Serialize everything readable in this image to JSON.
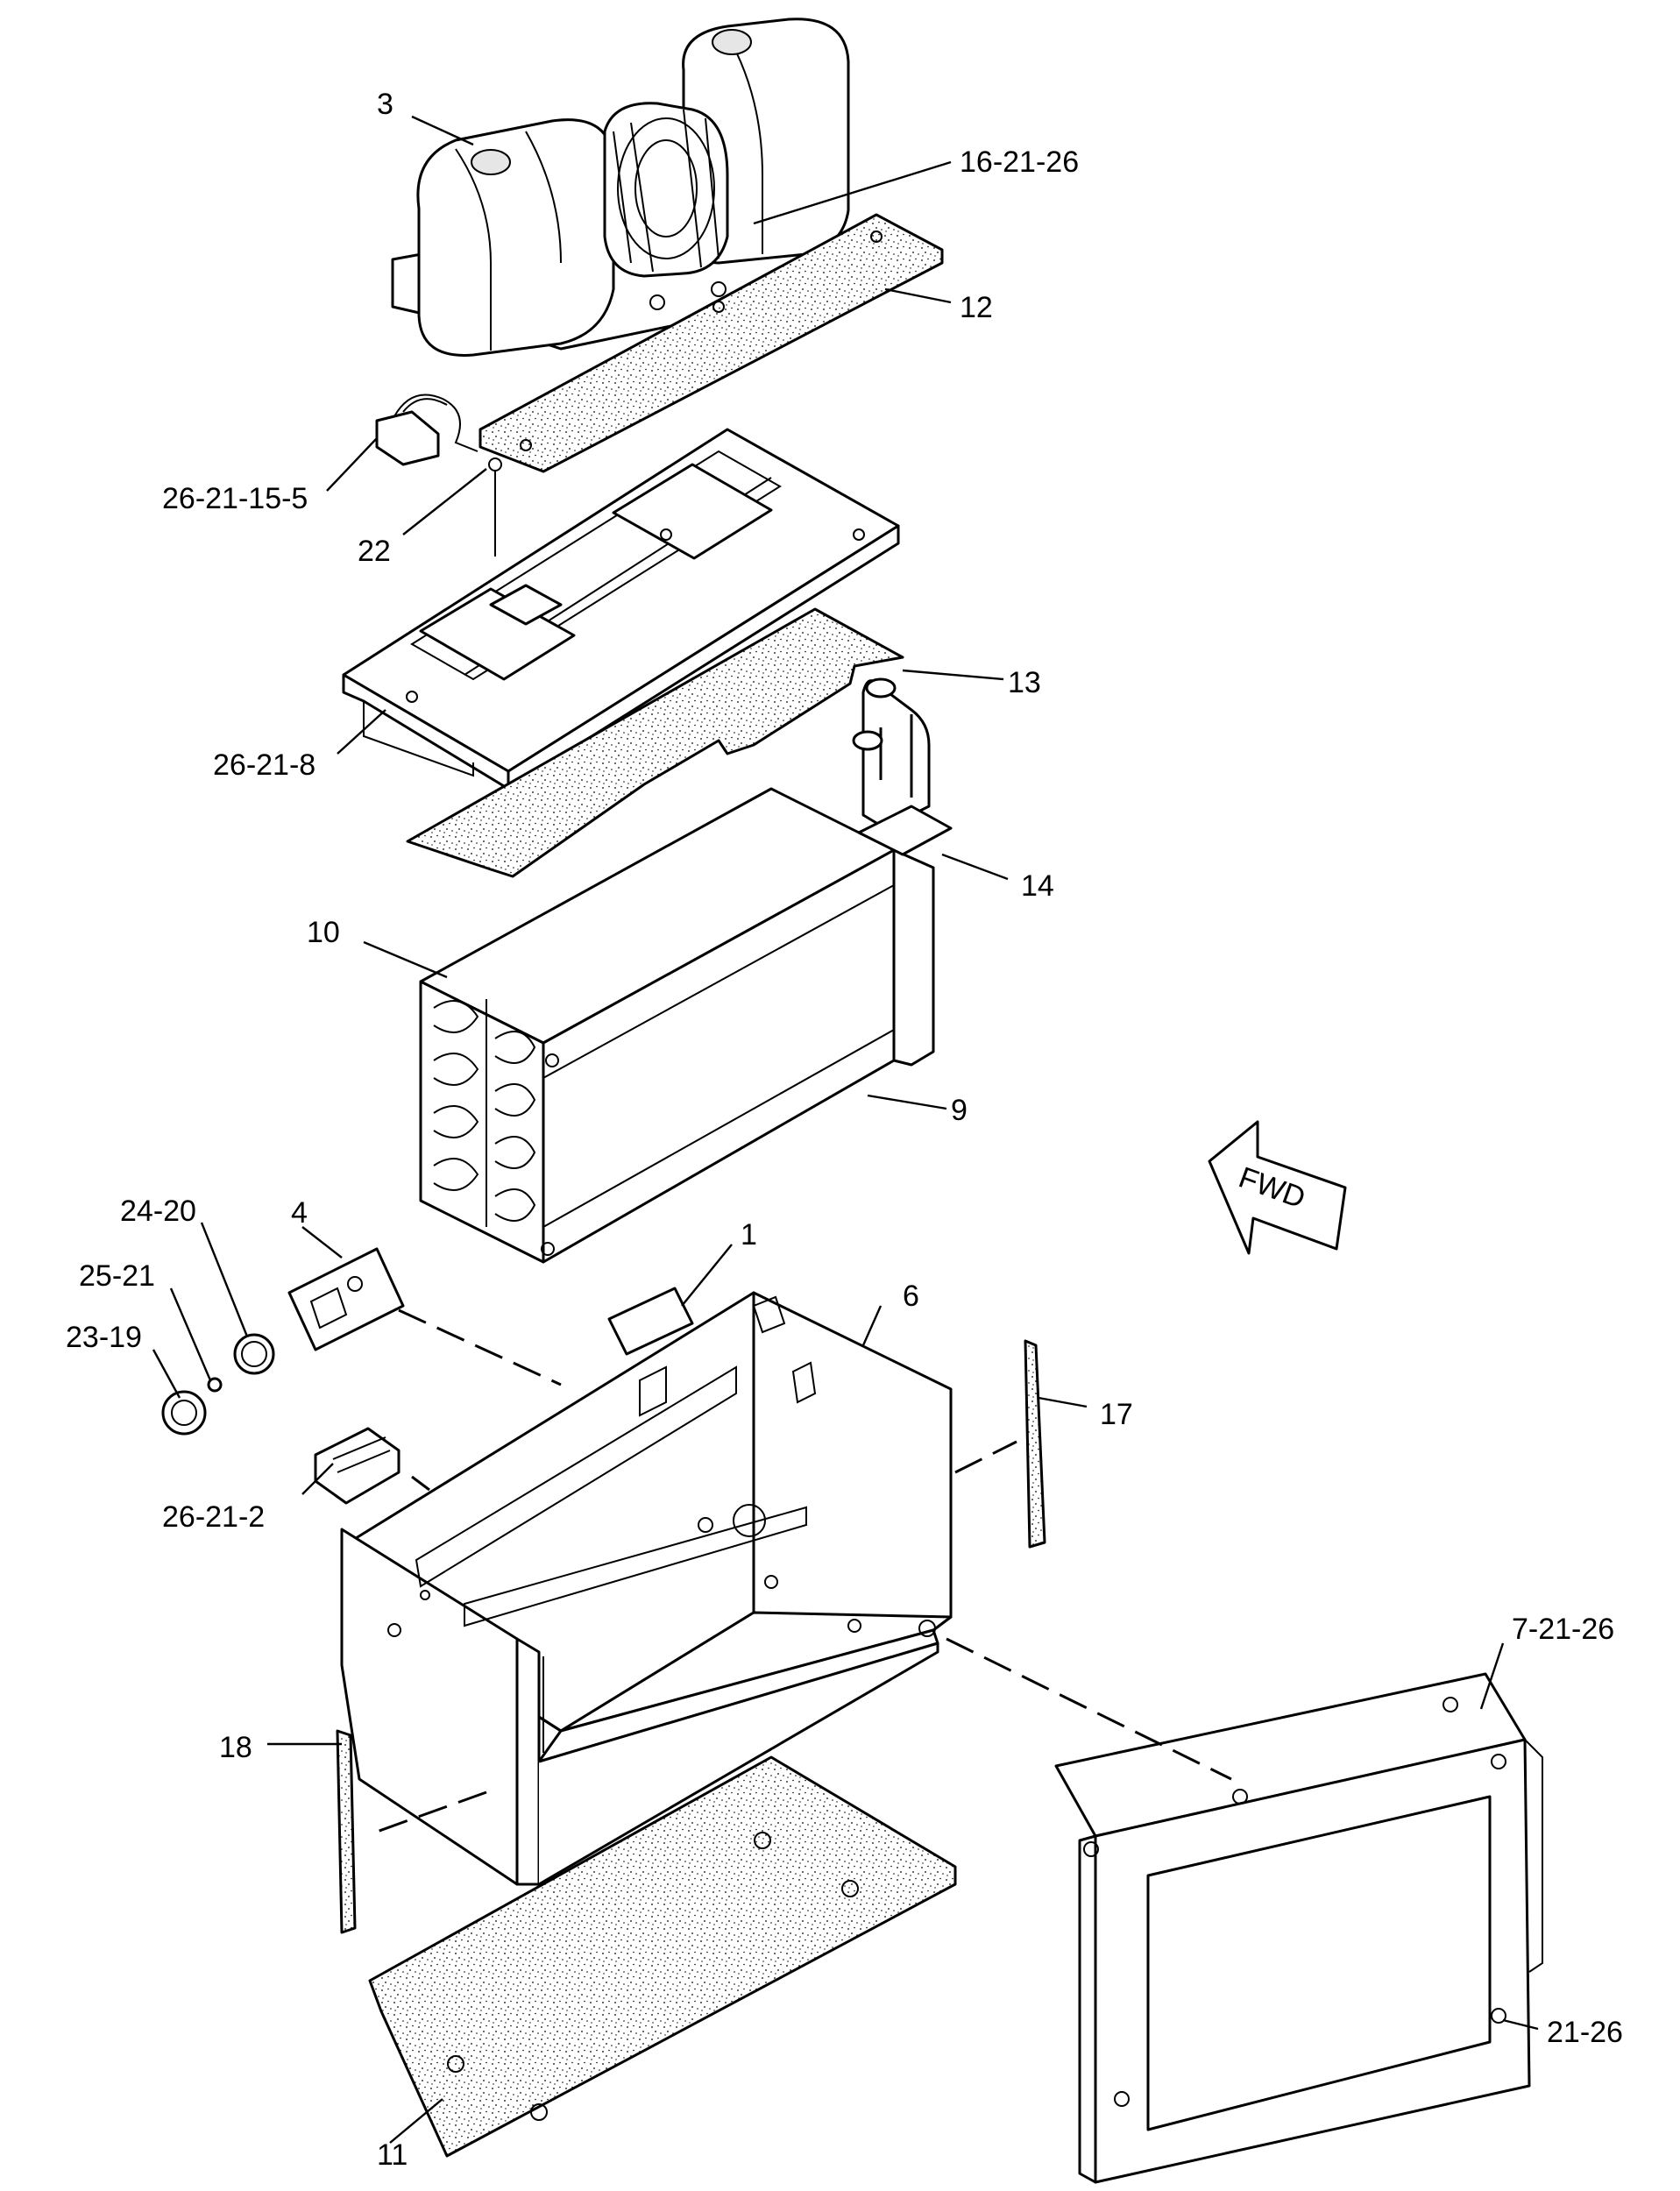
{
  "callouts": {
    "c3": "3",
    "c16_21_26": "16-21-26",
    "c12": "12",
    "c26_21_15_5": "26-21-15-5",
    "c22": "22",
    "c13": "13",
    "c26_21_8": "26-21-8",
    "c14": "14",
    "c10": "10",
    "c9": "9",
    "c24_20": "24-20",
    "c4": "4",
    "c1": "1",
    "c6": "6",
    "c25_21": "25-21",
    "c23_19": "23-19",
    "c17": "17",
    "c26_21_2": "26-21-2",
    "c7_21_26": "7-21-26",
    "c18": "18",
    "c21_26": "21-26",
    "c11": "11"
  },
  "arrow_label": "FWD"
}
